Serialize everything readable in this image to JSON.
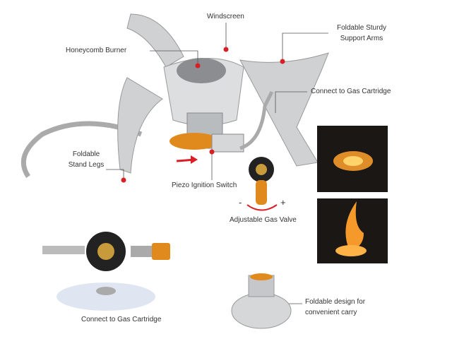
{
  "labels": {
    "windscreen": "Windscreen",
    "support_arms_1": "Foldable Sturdy",
    "support_arms_2": "Support Arms",
    "honeycomb": "Honeycomb Burner",
    "connect_top": "Connect to Gas Cartridge",
    "stand_legs_1": "Foldable",
    "stand_legs_2": "Stand Legs",
    "piezo": "Piezo Ignition Switch",
    "minus": "-",
    "plus": "+",
    "valve": "Adjustable Gas Valve",
    "connect_bottom": "Connect to Gas Cartridge",
    "foldable_1": "Foldable design for",
    "foldable_2": "convenient carry"
  },
  "colors": {
    "accent": "#d81f26",
    "steel": "#c9cbcd",
    "brass": "#e08a1e",
    "photo_bg": "#1a1715",
    "flame": "#f59a2a"
  }
}
